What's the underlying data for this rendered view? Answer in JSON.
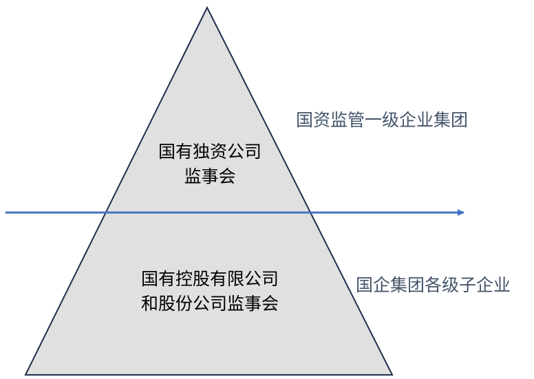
{
  "colors": {
    "triangle_fill": "#e0e0e0",
    "triangle_stroke": "#1f2d4d",
    "arrow": "#4472c4",
    "inner_text": "#000000",
    "side_text": "#44546a"
  },
  "pyramid": {
    "top_section": {
      "lines": [
        "国有独资公司",
        "监事会"
      ]
    },
    "bottom_section": {
      "lines": [
        "国有控股有限公司",
        "和股份公司监事会"
      ]
    }
  },
  "side_labels": {
    "upper": "国资监管一级企业集团",
    "lower": "国企集团各级子企业"
  }
}
